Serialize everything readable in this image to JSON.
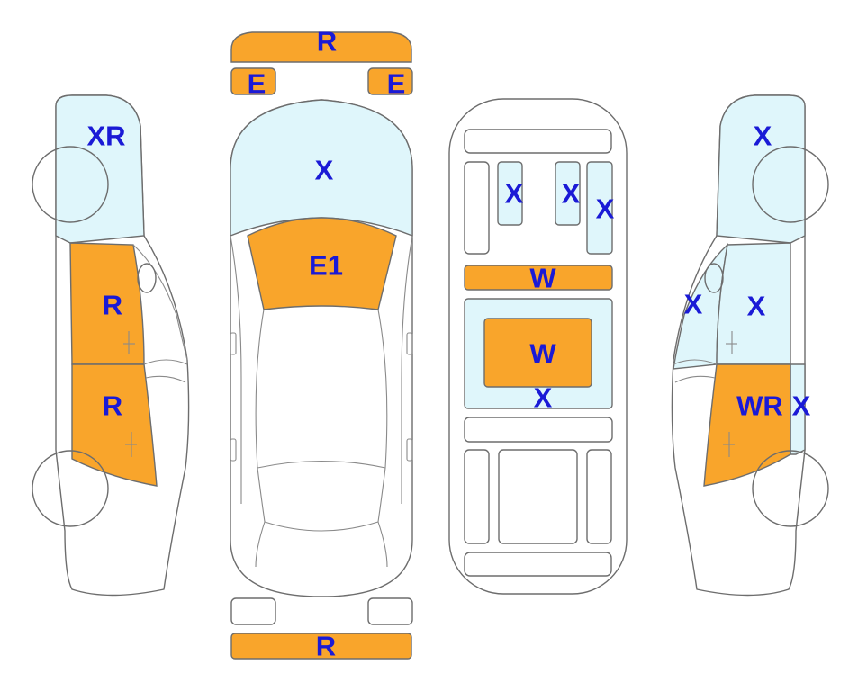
{
  "colors": {
    "orange": "#f9a52b",
    "light_blue": "#dff6fb",
    "label": "#1a1ad6",
    "outline": "#6d6d6d",
    "background": "#ffffff"
  },
  "legend_codes": [
    "R",
    "E",
    "E1",
    "X",
    "XR",
    "W",
    "WR"
  ],
  "views": {
    "front_bumper": {
      "label": "R"
    },
    "headlight_left": {
      "label": "E"
    },
    "headlight_right": {
      "label": "E"
    },
    "hood": {
      "label": "X"
    },
    "windshield": {
      "label": "E1"
    },
    "rear_bumper": {
      "label": "R"
    },
    "left_front_fender": {
      "label": "XR"
    },
    "left_front_door": {
      "label": "R"
    },
    "left_rear_door": {
      "label": "R"
    },
    "floor_front_left": {
      "label": "X"
    },
    "floor_front_middle": {
      "label": "X"
    },
    "floor_front_right": {
      "label": "X"
    },
    "floor_crossmember": {
      "label": "W"
    },
    "floor_center": {
      "label": "W"
    },
    "floor_center_surround": {
      "label": "X"
    },
    "right_front_fender": {
      "label": "X"
    },
    "right_a_pillar": {
      "label": "X"
    },
    "right_front_door": {
      "label": "X"
    },
    "right_rear_door": {
      "label": "WR"
    },
    "right_rear_quarter": {
      "label": "X"
    }
  }
}
